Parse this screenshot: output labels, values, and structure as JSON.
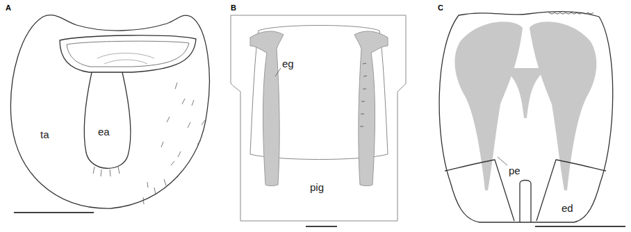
{
  "diagram": {
    "labels": [
      "A",
      "B",
      "C",
      "ta",
      "ea",
      "eg",
      "pig",
      "pe",
      "ed"
    ]
  }
}
